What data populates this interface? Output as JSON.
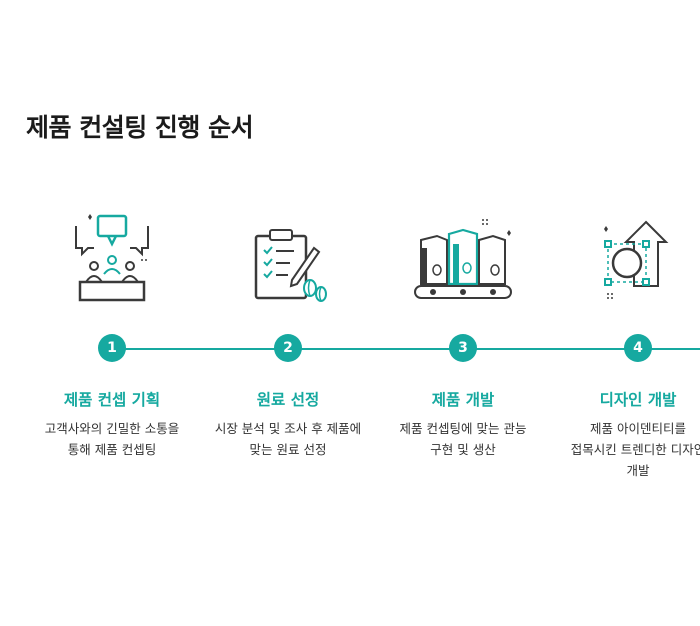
{
  "title": "제품 컨설팅 진행 순서",
  "colors": {
    "accent": "#16a9a0",
    "icon_stroke": "#3a3a3a"
  },
  "steps": [
    {
      "number": "1",
      "name": "제품 컨셉 기획",
      "desc": [
        "고객사와의 긴밀한 소통을",
        "통해 제품 컨셉팅"
      ],
      "icon": "meeting-icon"
    },
    {
      "number": "2",
      "name": "원료 선정",
      "desc": [
        "시장 분석 및 조사 후 제품에",
        "맞는 원료 선정"
      ],
      "icon": "clipboard-coffee-beans-icon"
    },
    {
      "number": "3",
      "name": "제품 개발",
      "desc": [
        "제품 컨셉팅에 맞는 관능",
        "구현 및 생산"
      ],
      "icon": "conveyor-coffee-bags-icon"
    },
    {
      "number": "4",
      "name": "디자인 개발",
      "desc": [
        "제품 아이덴티티를",
        "접목시킨 트렌디한 디자인",
        "개발"
      ],
      "icon": "design-shapes-icon"
    }
  ]
}
